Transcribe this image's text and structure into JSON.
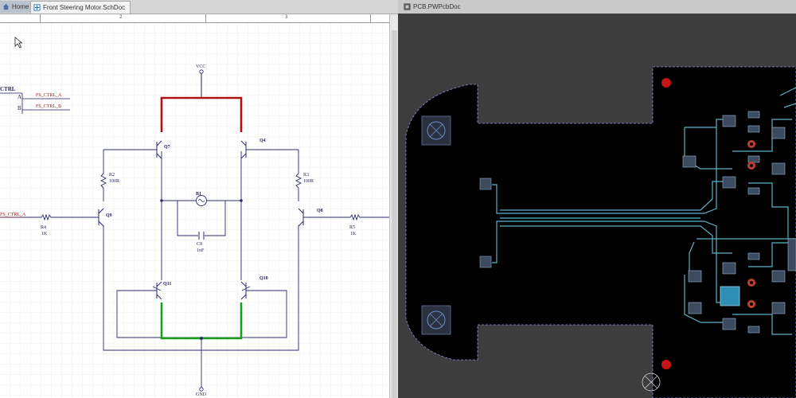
{
  "tabs": {
    "home_label": "Home",
    "schematic_label": "Front Steering Motor.SchDoc",
    "pcb_label": "PCB.PWPcbDoc"
  },
  "ruler": {
    "ticks": [
      "2",
      "3"
    ]
  },
  "schematic": {
    "ctrl_header": "CTRL",
    "pin_a": "A",
    "pin_b": "B",
    "net_a": "FS_CTRL_A",
    "net_b": "FS_CTRL_B",
    "net_left": "FS_CTRL_A",
    "vcc": "VCC",
    "gnd": "GND",
    "q7": "Q7",
    "q4": "Q4",
    "q11": "Q11",
    "q10": "Q10",
    "q9": "Q9",
    "q8": "Q8",
    "r2": "R2",
    "r2_val": "100R",
    "r3": "R3",
    "r3_val": "100R",
    "r4": "R4",
    "r4_val": "1K",
    "r5": "R5",
    "r5_val": "1K",
    "b1": "B1",
    "c8": "C8",
    "c8_val": "1nF",
    "colors": {
      "wire": "#2b2b6f",
      "vcc_net": "#b01010",
      "gnd_net": "#18a018",
      "net_label": "#a01818"
    }
  },
  "pcb": {
    "colors": {
      "board": "#000000",
      "trace": "#5ab4c8",
      "pad_ring": "#c04030",
      "fiducial": "#c81414",
      "outline": "#8a8fd8"
    }
  }
}
